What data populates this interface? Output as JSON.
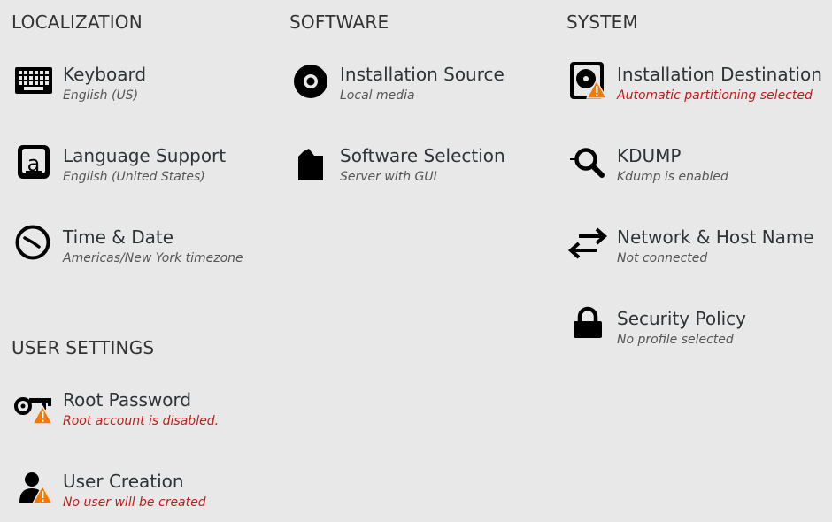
{
  "colors": {
    "background": "#e8e8e8",
    "icon": "#000000",
    "warning_text": "#c01c1c",
    "warning_badge": "#f57900"
  },
  "sections": {
    "localization": {
      "title": "LOCALIZATION",
      "keyboard": {
        "title": "Keyboard",
        "status": "English (US)",
        "icon": "keyboard-icon"
      },
      "language": {
        "title": "Language Support",
        "status": "English (United States)",
        "icon": "language-icon"
      },
      "time": {
        "title": "Time & Date",
        "status": "Americas/New York timezone",
        "icon": "clock-icon"
      }
    },
    "software": {
      "title": "SOFTWARE",
      "source": {
        "title": "Installation Source",
        "status": "Local media",
        "icon": "disc-icon"
      },
      "selection": {
        "title": "Software Selection",
        "status": "Server with GUI",
        "icon": "package-icon"
      }
    },
    "system": {
      "title": "SYSTEM",
      "destination": {
        "title": "Installation Destination",
        "status": "Automatic partitioning selected",
        "icon": "harddisk-icon",
        "warning": true
      },
      "kdump": {
        "title": "KDUMP",
        "status": "Kdump is enabled",
        "icon": "magnifier-icon"
      },
      "network": {
        "title": "Network & Host Name",
        "status": "Not connected",
        "icon": "network-arrows-icon"
      },
      "security": {
        "title": "Security Policy",
        "status": "No profile selected",
        "icon": "lock-icon"
      }
    },
    "user_settings": {
      "title": "USER SETTINGS",
      "root": {
        "title": "Root Password",
        "status": "Root account is disabled.",
        "icon": "key-icon",
        "warning": true
      },
      "user": {
        "title": "User Creation",
        "status": "No user will be created",
        "icon": "user-icon",
        "warning": true
      }
    }
  }
}
